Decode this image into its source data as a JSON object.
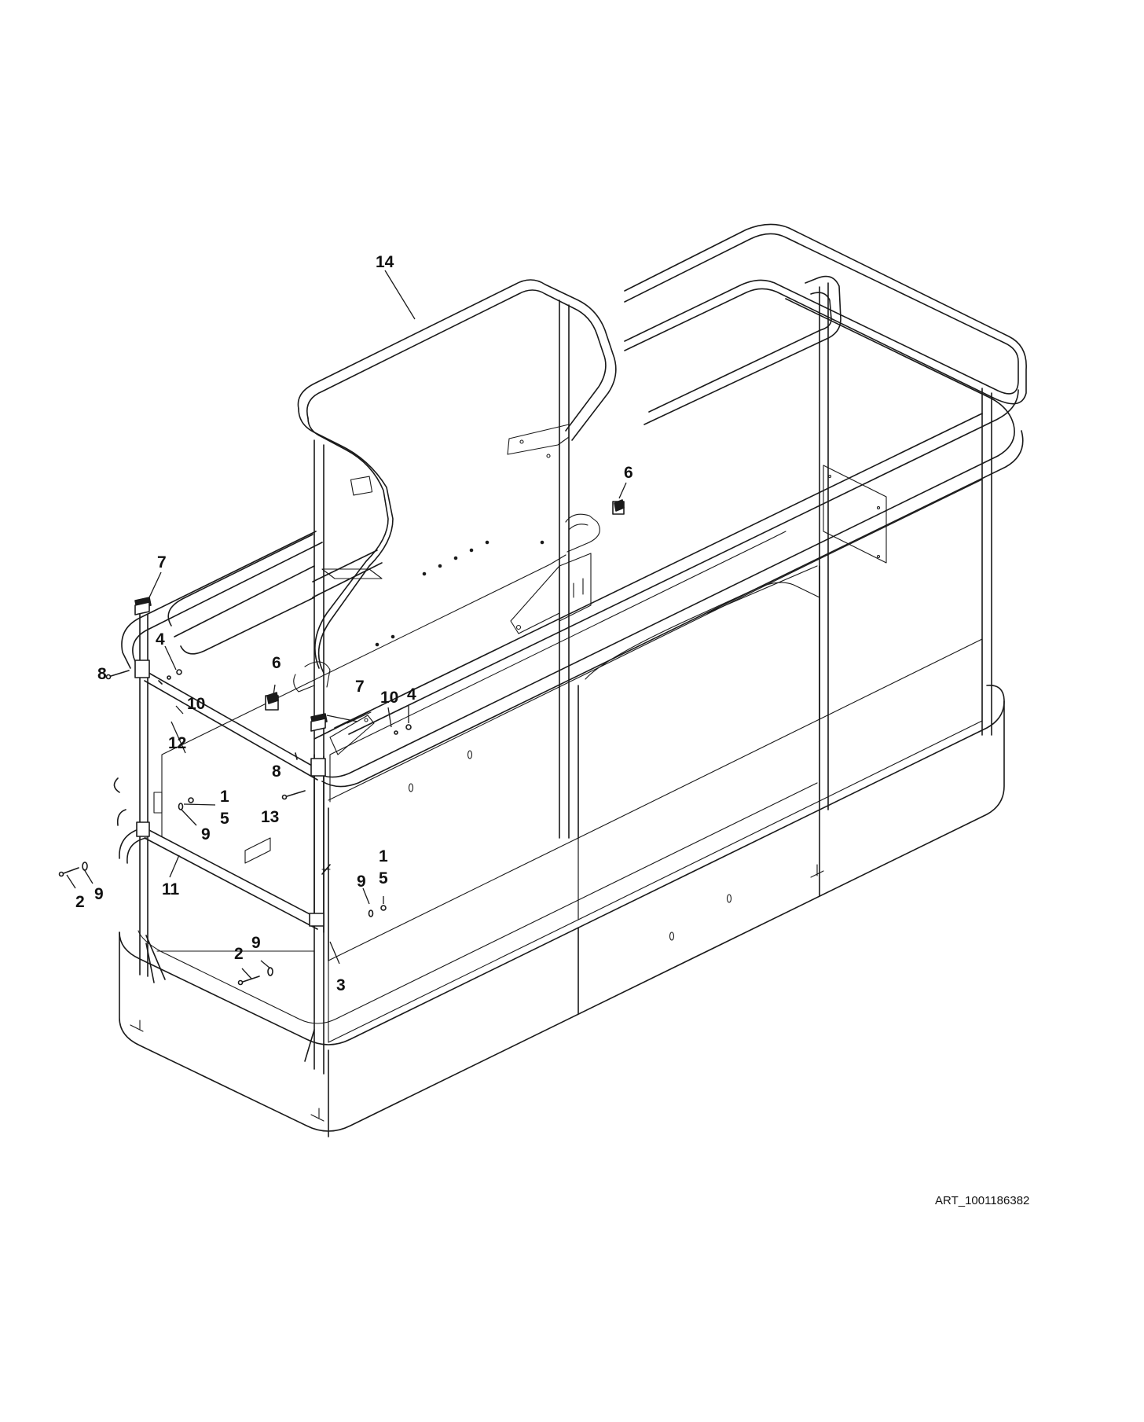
{
  "diagram": {
    "callouts": {
      "c14": "14",
      "c6a": "6",
      "c6b": "6",
      "c7a": "7",
      "c7b": "7",
      "c4a": "4",
      "c4b": "4",
      "c8a": "8",
      "c8b": "8",
      "c10a": "10",
      "c10b": "10",
      "c12": "12",
      "c1a": "1",
      "c1b": "1",
      "c5a": "5",
      "c5b": "5",
      "c9a": "9",
      "c9b": "9",
      "c9c": "9",
      "c9d": "9",
      "c13": "13",
      "c11": "11",
      "c2a": "2",
      "c2b": "2",
      "c3": "3"
    },
    "art_id": "ART_1001186382"
  }
}
